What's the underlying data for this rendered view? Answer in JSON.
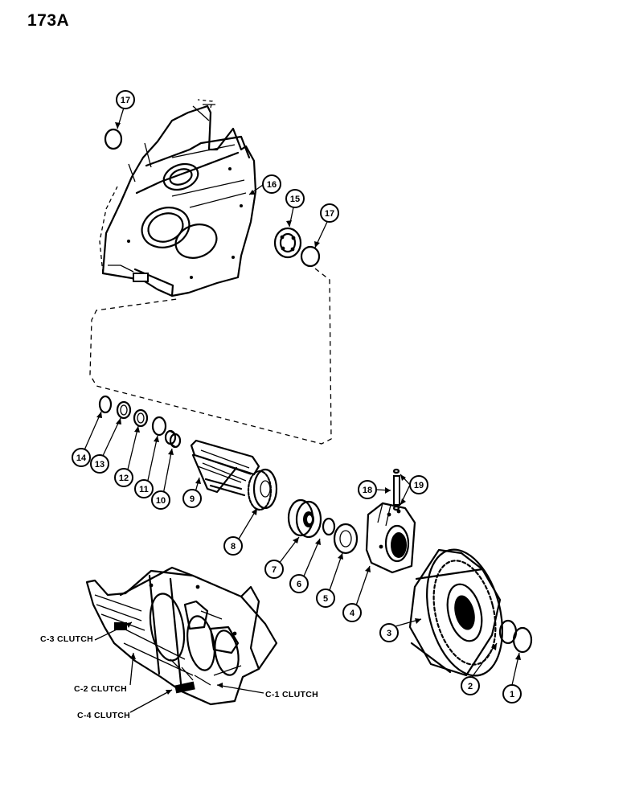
{
  "page": {
    "number": "173A"
  },
  "callouts": [
    "1",
    "2",
    "3",
    "4",
    "5",
    "6",
    "7",
    "8",
    "9",
    "10",
    "11",
    "12",
    "13",
    "14",
    "15",
    "16",
    "17",
    "17",
    "18",
    "19"
  ],
  "clutch_labels": [
    "C-3 CLUTCH",
    "C-2 CLUTCH",
    "C-4 CLUTCH",
    "C-1 CLUTCH"
  ]
}
